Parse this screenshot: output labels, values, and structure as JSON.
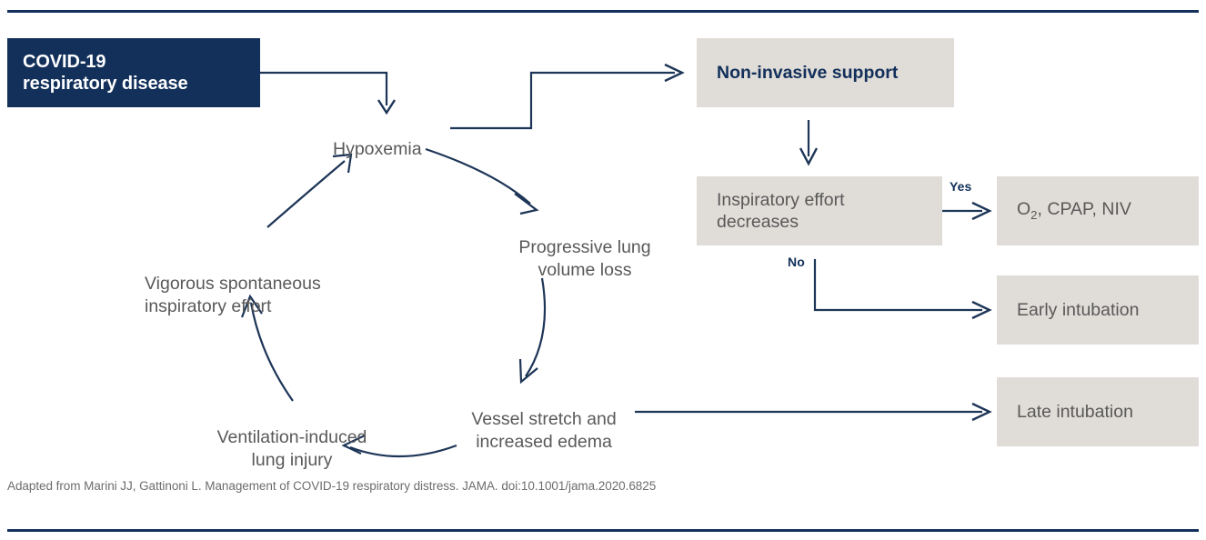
{
  "figure": {
    "type": "flowchart",
    "title_box": {
      "label": "COVID-19\nrespiratory disease"
    },
    "cycle": {
      "nodes": [
        {
          "id": "hypoxemia",
          "label": "Hypoxemia"
        },
        {
          "id": "progressive-lung-volume-loss",
          "label": "Progressive lung\nvolume loss"
        },
        {
          "id": "vessel-stretch-increased-edema",
          "label": "Vessel stretch and\nincreased edema"
        },
        {
          "id": "ventilation-induced-lung-injury",
          "label": "Ventilation-induced\nlung injury"
        },
        {
          "id": "vigorous-spontaneous-inspiratory-effort",
          "label": "Vigorous spontaneous\ninspiratory effort"
        }
      ]
    },
    "pathway": {
      "support_box": {
        "label": "Non-invasive support"
      },
      "decision_box": {
        "label": "Inspiratory effort\ndecreases"
      },
      "branches": [
        {
          "condition": "Yes",
          "outcome": "O2, CPAP, NIV",
          "outcome_html": "O<sub>2</sub>, CPAP, NIV"
        },
        {
          "condition": "No",
          "outcome": "Early intubation"
        }
      ],
      "late_outcome": {
        "label": "Late intubation"
      }
    },
    "footnote": "Adapted from Marini JJ, Gattinoni L. Management of COVID-19 respiratory distress. JAMA. doi:10.1001/jama.2020.6825",
    "colors": {
      "navy": "#12305a",
      "rule": "#13315c",
      "box_gray": "#e0dcd8",
      "text_gray": "#595959",
      "footnote_gray": "#6d6d6d",
      "white": "#ffffff"
    }
  }
}
